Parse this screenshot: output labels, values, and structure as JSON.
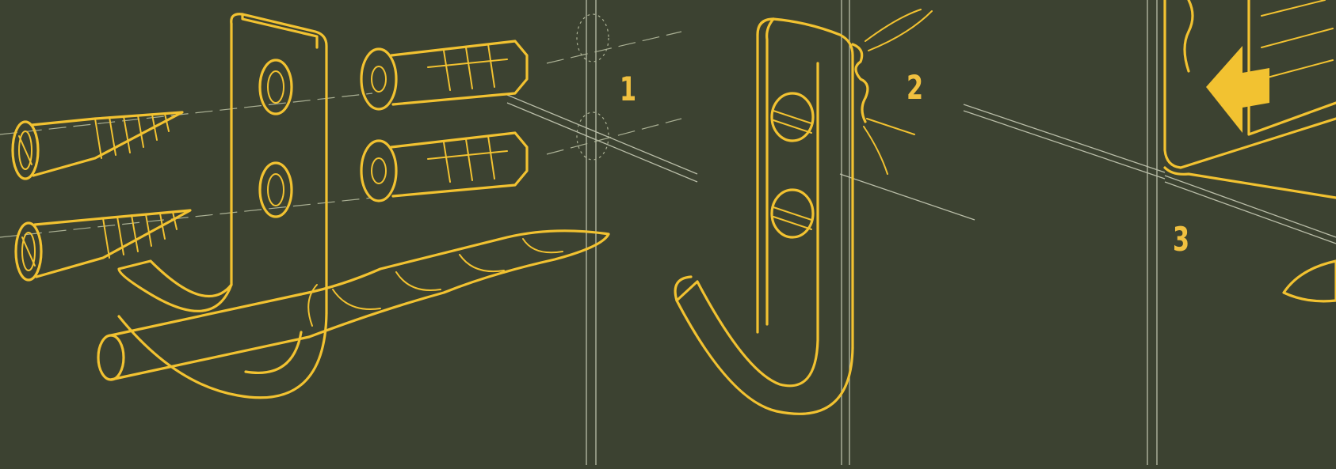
{
  "steps": {
    "step1": "1",
    "step2": "2",
    "step3": "3"
  },
  "colors": {
    "background": "#3c4231",
    "line_art": "#f2c231",
    "tile_lines": "#b9bda8"
  },
  "icons": [
    "screw-icon",
    "wall-plug-icon",
    "hook-icon",
    "drill-bit-icon",
    "arrow-icon"
  ]
}
